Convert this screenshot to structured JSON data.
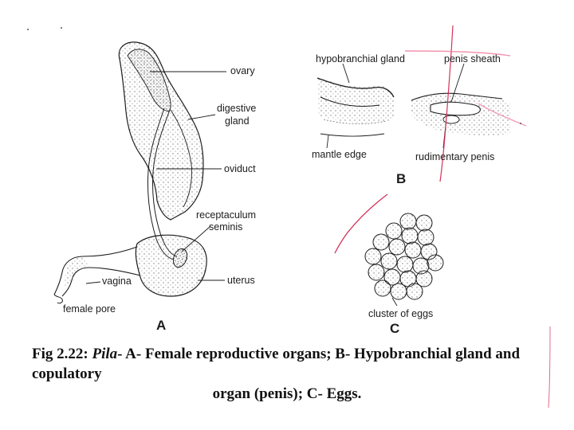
{
  "figure": {
    "panel_a": {
      "letter": "A",
      "labels": {
        "ovary": "ovary",
        "digestive_gland_line1": "digestive",
        "digestive_gland_line2": "gland",
        "oviduct": "oviduct",
        "receptaculum_line1": "receptaculum",
        "receptaculum_line2": "seminis",
        "vagina": "vagina",
        "uterus": "uterus",
        "female_pore": "female pore"
      }
    },
    "panel_b": {
      "letter": "B",
      "labels": {
        "hypobranchial_gland": "hypobranchial gland",
        "penis_sheath": "penis sheath",
        "mantle_edge": "mantle edge",
        "rudimentary_penis": "rudimentary penis"
      }
    },
    "panel_c": {
      "letter": "C",
      "labels": {
        "cluster_of_eggs": "cluster of eggs"
      }
    }
  },
  "caption": {
    "fig_number": "Fig 2.22:",
    "genus": "Pila",
    "line1_rest": "- A- Female reproductive organs; B- Hypobranchial gland and copulatory",
    "line2": "organ (penis); C- Eggs."
  },
  "colors": {
    "ink": "#1c1c1c",
    "stipple": "#6b6b6b",
    "red_mark": "#d4315a",
    "pink_mark": "#ef7a9c"
  }
}
